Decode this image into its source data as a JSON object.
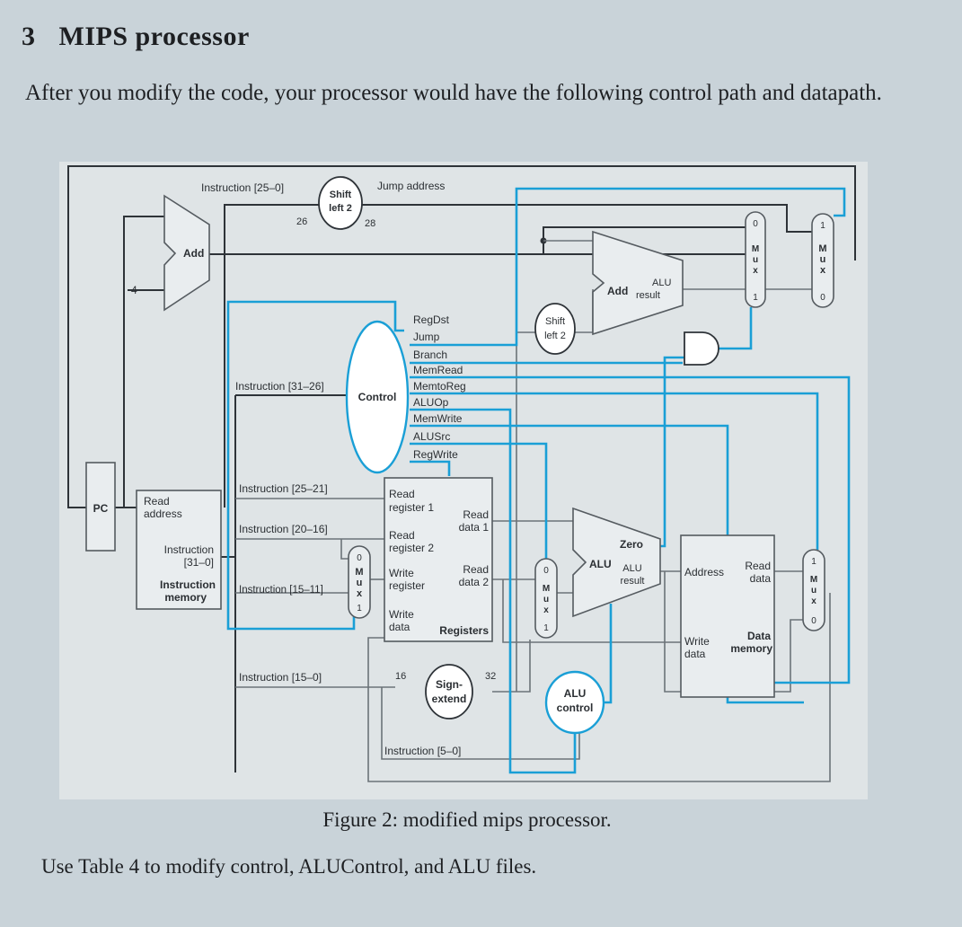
{
  "heading": {
    "number": "3",
    "title": "MIPS processor"
  },
  "intro": "After you modify the code, your processor would have the following control path and datapath.",
  "caption": "Figure 2: modified mips processor.",
  "footer": "Use Table 4 to modify control, ALUControl, and ALU files.",
  "colors": {
    "control_lines": "#1a9fd6",
    "datapath": "#2e3338",
    "page": "#c9d3d9"
  },
  "diagram": {
    "pc": "PC",
    "four": "4",
    "add_top": "Add",
    "instr_25_0": "Instruction [25–0]",
    "shift_left_2_top": [
      "Shift",
      "left 2"
    ],
    "bits_26": "26",
    "bits_28": "28",
    "jump_address": "Jump address",
    "instruction_memory": {
      "read_address": [
        "Read",
        "address"
      ],
      "instruction_out": [
        "Instruction",
        "[31–0]"
      ],
      "title": [
        "Instruction",
        "memory"
      ]
    },
    "instr_31_26": "Instruction [31–26]",
    "control": "Control",
    "control_signals": [
      "RegDst",
      "Jump",
      "Branch",
      "MemRead",
      "MemtoReg",
      "ALUOp",
      "MemWrite",
      "ALUSrc",
      "RegWrite"
    ],
    "instr_25_21": "Instruction [25–21]",
    "instr_20_16": "Instruction [20–16]",
    "instr_15_11": "Instruction [15–11]",
    "instr_15_0": "Instruction [15–0]",
    "instr_5_0": "Instruction [5–0]",
    "registers": {
      "read_register_1": [
        "Read",
        "register 1"
      ],
      "read_register_2": [
        "Read",
        "register 2"
      ],
      "write_register": [
        "Write",
        "register"
      ],
      "write_data": [
        "Write",
        "data"
      ],
      "read_data_1": [
        "Read",
        "data 1"
      ],
      "read_data_2": [
        "Read",
        "data 2"
      ],
      "title": "Registers"
    },
    "sign_extend": [
      "Sign-",
      "extend"
    ],
    "bits_16": "16",
    "bits_32": "32",
    "shift_left_2_mid": [
      "Shift",
      "left 2"
    ],
    "add_alu_result": {
      "add": "Add",
      "alu_result": [
        "ALU",
        "result"
      ]
    },
    "alu": {
      "label": "ALU",
      "zero": "Zero",
      "alu_result": [
        "ALU",
        "result"
      ]
    },
    "alu_control": [
      "ALU",
      "control"
    ],
    "data_memory": {
      "address": "Address",
      "read_data": [
        "Read",
        "data"
      ],
      "write_data": [
        "Write",
        "data"
      ],
      "title": [
        "Data",
        "memory"
      ]
    },
    "mux_letters": [
      "M",
      "u",
      "x"
    ],
    "mux_inputs": [
      "0",
      "1"
    ]
  }
}
